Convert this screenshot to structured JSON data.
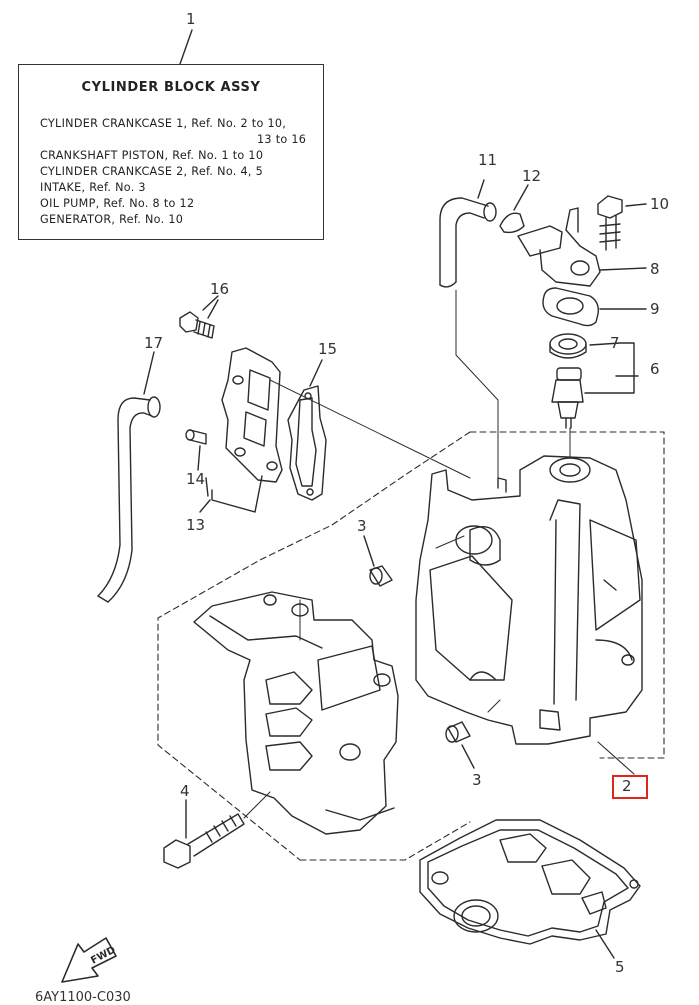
{
  "legend": {
    "title": "CYLINDER BLOCK ASSY",
    "lines": [
      "CYLINDER CRANKCASE 1,  Ref. No. 2 to 10,",
      "13 to 16",
      "CRANKSHAFT PISTON,  Ref. No. 1 to 10",
      "CYLINDER CRANKCASE 2,  Ref. No. 4, 5",
      "INTAKE,  Ref. No. 3",
      "OIL PUMP,  Ref. No. 8 to 12",
      "GENERATOR,  Ref. No. 10"
    ]
  },
  "callouts": [
    "1",
    "2",
    "3",
    "3",
    "4",
    "5",
    "6",
    "7",
    "8",
    "9",
    "10",
    "11",
    "12",
    "13",
    "14",
    "15",
    "16",
    "17"
  ],
  "highlight": {
    "label": "2",
    "color": "#e0251b"
  },
  "fwd_label": "FWD",
  "footer_code": "6AY1100-C030"
}
